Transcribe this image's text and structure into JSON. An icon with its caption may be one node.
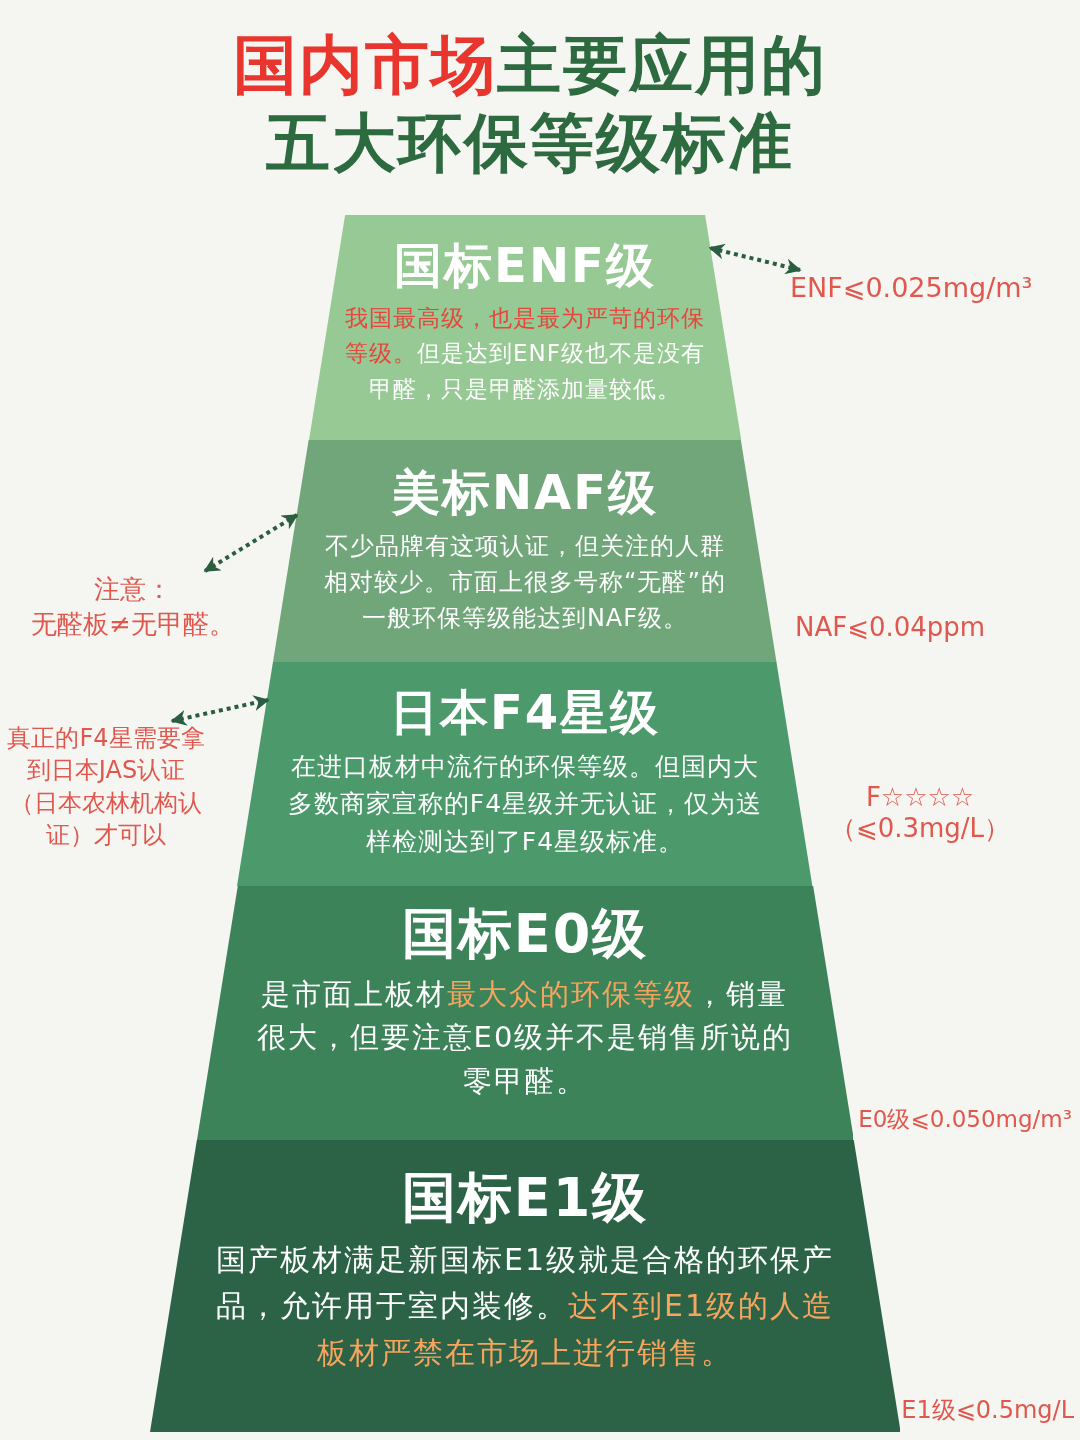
{
  "diagram": {
    "title": "**国内市场**主要应用的五大环保等级标准",
    "nodes": [
      {
        "text": [
          "国标ENF级",
          "**我国最高级，也是最为严苛的环保等级。**但是达到ENF级也不是没有甲醛，只是甲醛添加量较低。"
        ]
      },
      {
        "text": [
          "ENF⩽0.025mg/m³"
        ]
      },
      {
        "text": [
          "美标NAF级",
          "不少品牌有这项认证，但关注的人群相对较少。市面上很多号称“无醛”的一般环保等级能达到NAF级。"
        ],
        "beside": [
          "NAF⩽0.04ppm"
        ]
      },
      {
        "text": [
          "注意：",
          "无醛板≠无甲醛。"
        ]
      },
      {
        "text": [
          "日本F4星级",
          "在进口板材中流行的环保等级。但国内大多数商家宣称的F4星级并无认证，仅为送样检测达到了F4星级标准。"
        ],
        "beside": [
          "F☆☆☆☆（⩽0.3mg/L）"
        ]
      },
      {
        "text": [
          "真正的F4星需要拿到日本JAS认证（日本农林机构认证）才可以"
        ]
      },
      {
        "text": [
          "国标E0级",
          "是市面上板材**最大众的环保等级**，销量很大，但要注意E0级并不是销售所说的零甲醛。"
        ],
        "beside": [
          "E0级⩽0.050mg/m³"
        ]
      },
      {
        "text": [
          "国标E1级",
          "国产板材满足新国标E1级就是合格的环保产品，允许用于室内装修。**达不到E1级的人造板材严禁在市场上进行销售。**"
        ],
        "beside": [
          "E1级⩽0.5mg/L"
        ]
      }
    ],
    "edges": [
      {
        "from": 1,
        "to": 0,
        "arrow": "both",
        "style": "dashed"
      },
      {
        "from": 3,
        "to": 2,
        "arrow": "both",
        "style": "dashed"
      },
      {
        "from": 5,
        "to": 4,
        "arrow": "both",
        "style": "dashed"
      }
    ]
  }
}
